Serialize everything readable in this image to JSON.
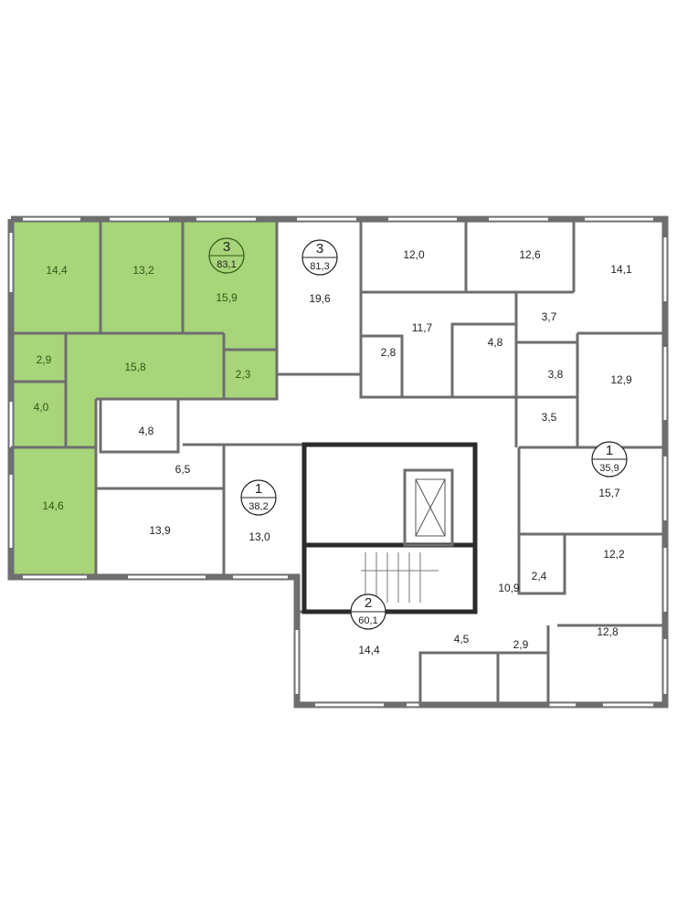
{
  "colors": {
    "selected_fill": "#a8d47a",
    "wall": "#6e6e6e",
    "core": "#2b2b2b"
  },
  "apartments": [
    {
      "rooms_count": "3",
      "total_area": "83,1",
      "selected": true
    },
    {
      "rooms_count": "3",
      "total_area": "81,3",
      "selected": false
    },
    {
      "rooms_count": "1",
      "total_area": "38,2",
      "selected": false
    },
    {
      "rooms_count": "1",
      "total_area": "35,9",
      "selected": false
    },
    {
      "rooms_count": "2",
      "total_area": "60,1",
      "selected": false
    }
  ],
  "rooms": {
    "a1": [
      "14,4",
      "13,2",
      "15,9",
      "2,9",
      "15,8",
      "2,3",
      "4,0",
      "14,6"
    ],
    "a2": [
      "19,6",
      "12,0",
      "12,6",
      "14,1",
      "3,7",
      "11,7",
      "2,8",
      "4,8",
      "3,8",
      "12,9",
      "3,5"
    ],
    "a3": [
      "4,8",
      "6,5",
      "13,9",
      "13,0"
    ],
    "a4": [
      "15,7",
      "2,4",
      "12,2"
    ],
    "a5": [
      "10,9",
      "12,8",
      "14,4",
      "4,5",
      "2,9"
    ]
  }
}
